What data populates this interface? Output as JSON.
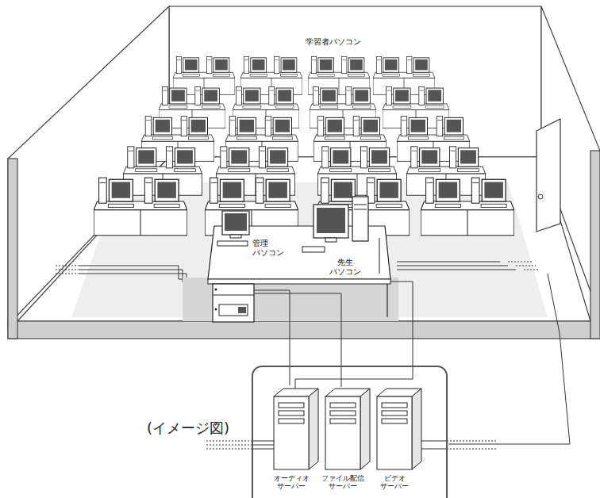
{
  "diagram": {
    "caption": "(イメージ図)",
    "labels": [
      "学習者パソコン",
      "管理 パソコン",
      "先生 パソコン",
      "オーディオ サーバー",
      "ファイル配信 サーバー",
      "ビデオ サーバー"
    ]
  }
}
